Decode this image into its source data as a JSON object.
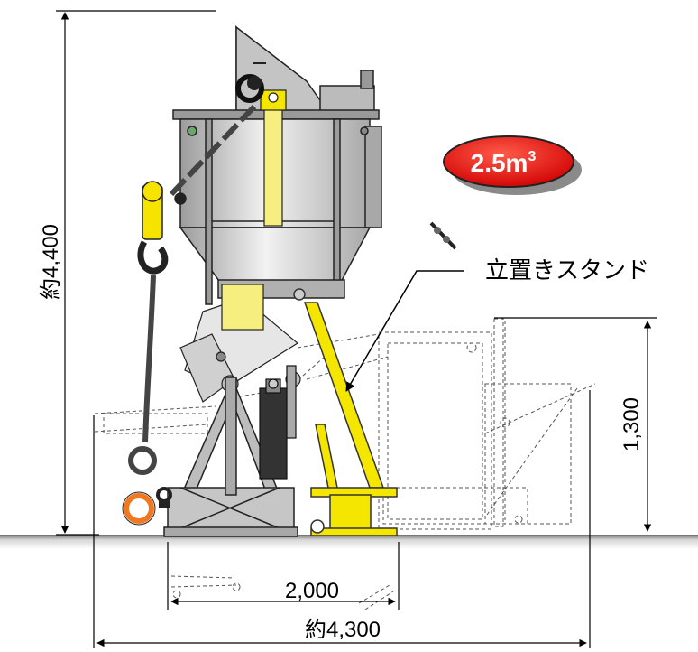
{
  "badge": {
    "base": "2.5m",
    "exponent": "3",
    "color": "#e81010"
  },
  "callout": {
    "label": "立置きスタンド"
  },
  "dimensions": {
    "height_total": "約4,400",
    "height_stand": "1,300",
    "width_base": "2,000",
    "width_total": "約4,300"
  },
  "colors": {
    "hopper": "#c8c8c8",
    "stand": "#f5e600",
    "hook": "#f7e300",
    "ring": "#f07820",
    "ground": "#9a9a9a"
  }
}
